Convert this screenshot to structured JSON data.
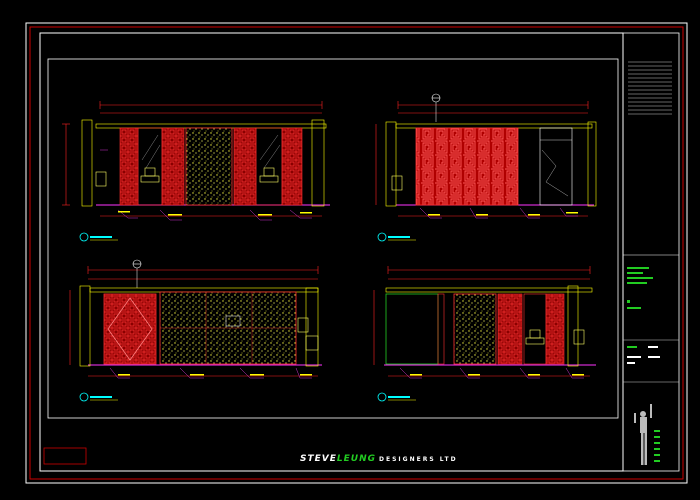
{
  "drawing": {
    "brand_part1": "STEVE",
    "brand_part2": "LEUNG",
    "brand_suffix": "DESIGNERS LTD",
    "panels": [
      {
        "key": "1"
      },
      {
        "key": "2"
      },
      {
        "key": "3"
      },
      {
        "key": "4"
      }
    ]
  },
  "colors": {
    "background": "#000000",
    "frame_red": "#cc0000",
    "frame_white": "#ffffff",
    "dimension_red": "#ff2020",
    "screen_red": "#d01010",
    "stone_yellow": "#e6e63c",
    "leader_magenta": "#cc33cc",
    "floor_line": "#ff33ff",
    "cyan": "#00ffff",
    "green": "#22cc22",
    "wall_yellow": "#ffff00"
  }
}
